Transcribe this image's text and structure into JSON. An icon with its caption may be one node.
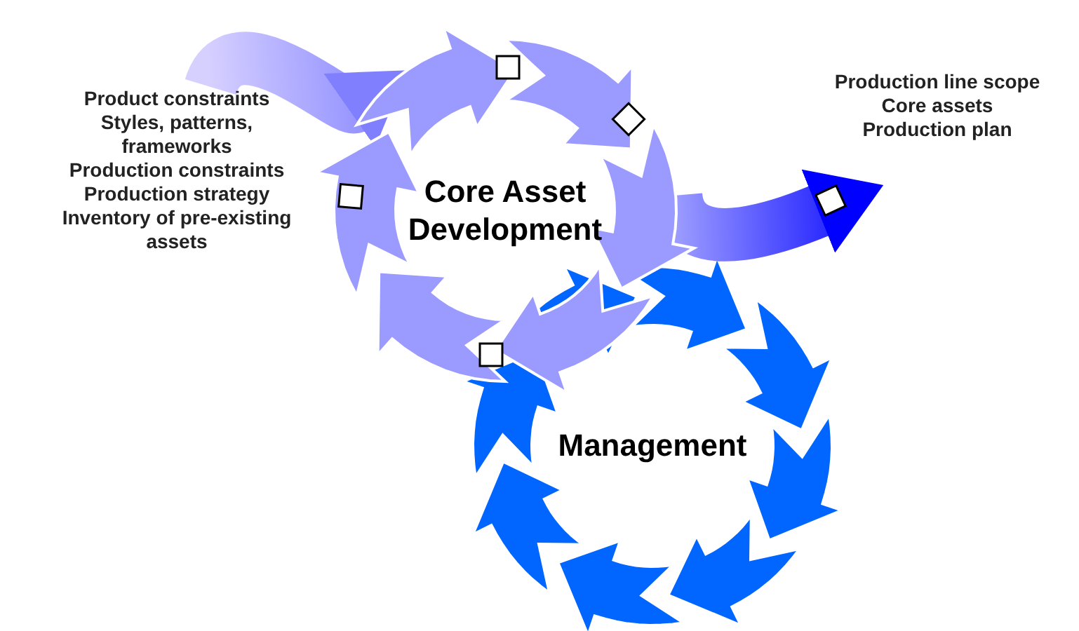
{
  "diagram": {
    "nodes": [
      {
        "text": [
          "Product constraints",
          "Styles, patterns, frameworks",
          "Production constraints",
          "Production strategy",
          "Inventory of pre-existing assets"
        ]
      },
      {
        "text": [
          "Core Asset Development"
        ]
      },
      {
        "text": [
          "Production line scope",
          "Core assets",
          "Production plan"
        ]
      },
      {
        "text": [
          "Management"
        ]
      }
    ],
    "edges": [
      {
        "from": 0,
        "to": 1,
        "arrow": "to",
        "style": "thick"
      },
      {
        "from": 1,
        "to": 2,
        "arrow": "to",
        "style": "thick"
      }
    ]
  }
}
